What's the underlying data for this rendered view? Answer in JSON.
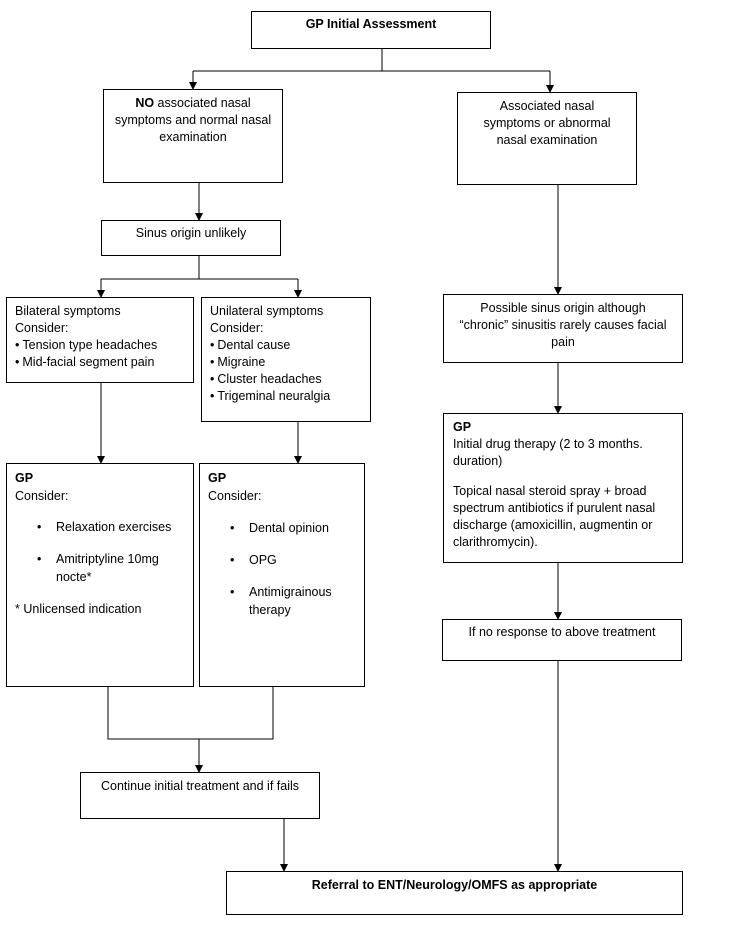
{
  "diagram": {
    "gp_initial": "GP Initial Assessment",
    "no_nasal": {
      "bold": "NO",
      "rest": " associated nasal symptoms and normal nasal examination"
    },
    "assoc_nasal": "Associated nasal symptoms or abnormal nasal examination",
    "sinus_unlikely": "Sinus origin unlikely",
    "bilateral": {
      "title": "Bilateral symptoms",
      "consider": "Consider:",
      "items": [
        "Tension type headaches",
        "Mid-facial segment pain"
      ]
    },
    "unilateral": {
      "title": "Unilateral symptoms",
      "consider": "Consider:",
      "items": [
        "Dental cause",
        "Migraine",
        "Cluster headaches",
        "Trigeminal neuralgia"
      ]
    },
    "possible_sinus": "Possible sinus origin although “chronic” sinusitis rarely causes facial pain",
    "gp_left": {
      "title": "GP",
      "consider": "Consider:",
      "items": [
        "Relaxation exercises",
        "Amitriptyline 10mg nocte*"
      ],
      "footnote": "* Unlicensed indication"
    },
    "gp_mid": {
      "title": "GP",
      "consider": "Consider:",
      "items": [
        "Dental opinion",
        "OPG",
        "Antimigrainous therapy"
      ]
    },
    "gp_right": {
      "title": "GP",
      "line1": "Initial drug therapy (2 to 3 months. duration)",
      "line2": "Topical nasal steroid spray + broad spectrum antibiotics if purulent nasal discharge (amoxicillin, augmentin or clarithromycin)."
    },
    "no_response": "If no response to above treatment",
    "continue": "Continue initial treatment and if fails",
    "referral": "Referral to ENT/Neurology/OMFS as appropriate"
  }
}
